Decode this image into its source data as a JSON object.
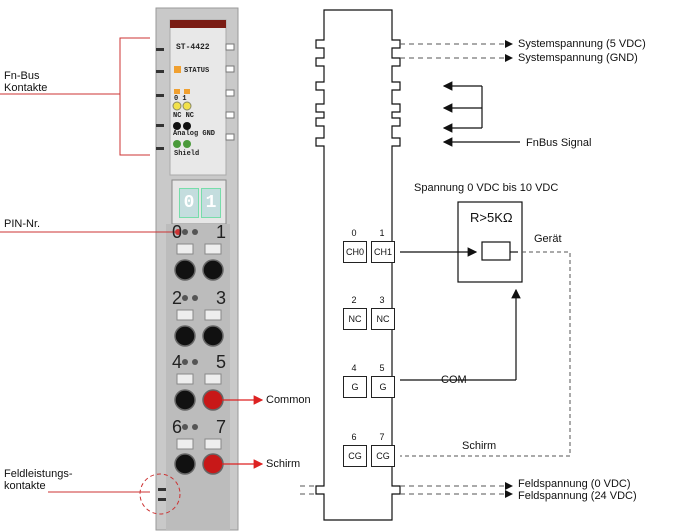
{
  "module": {
    "model": "ST-4422",
    "status_label": "STATUS",
    "led_nums": "0  1",
    "led_nc": "NC  NC",
    "analog_gnd": "Analog GND",
    "shield": "Shield",
    "display": [
      "0",
      "1"
    ],
    "pins": [
      "0",
      "1",
      "2",
      "3",
      "4",
      "5",
      "6",
      "7"
    ]
  },
  "labels": {
    "fn_bus": "Fn-Bus\nKontakte",
    "pin_nr": "PIN-Nr.",
    "common": "Common",
    "schirm_left": "Schirm",
    "feldleistung": "Feldleistungs-\nkontakte"
  },
  "schematic": {
    "system_5v": "Systemspannung (5 VDC)",
    "system_gnd": "Systemspannung (GND)",
    "fnbus_signal": "FnBus Signal",
    "spannung": "Spannung 0 VDC bis 10 VDC",
    "resistor": "R>5KΩ",
    "geraet": "Gerät",
    "com": "COM",
    "schirm": "Schirm",
    "feld_0v": "Feldspannung (0 VDC)",
    "feld_24v": "Feldspannung (24 VDC)",
    "channels": [
      {
        "num": "0",
        "label": "CH0"
      },
      {
        "num": "1",
        "label": "CH1"
      },
      {
        "num": "2",
        "label": "NC"
      },
      {
        "num": "3",
        "label": "NC"
      },
      {
        "num": "4",
        "label": "G"
      },
      {
        "num": "5",
        "label": "G"
      },
      {
        "num": "6",
        "label": "CG"
      },
      {
        "num": "7",
        "label": "CG"
      }
    ]
  }
}
